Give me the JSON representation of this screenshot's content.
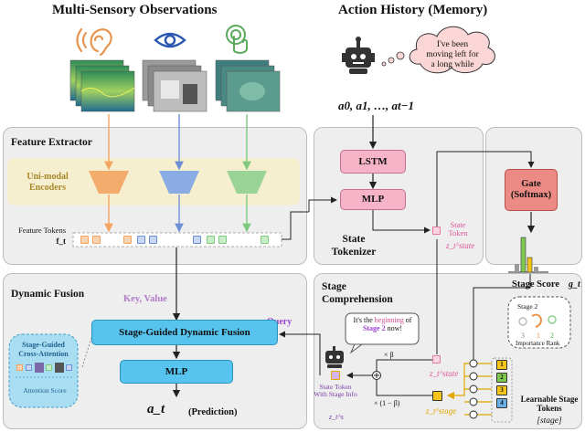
{
  "headings": {
    "observations": "Multi-Sensory Observations",
    "history": "Action History (Memory)"
  },
  "thought": "I've been moving left for a long while",
  "actions_seq": "a0, a1, …, at−1",
  "feature_extractor": {
    "title": "Feature Extractor",
    "encoders_label": "Uni-modal Encoders",
    "tokens_label": "Feature Tokens",
    "tokens_symbol": "f_t"
  },
  "state_tokenizer": {
    "title": "State Tokenizer",
    "lstm": "LSTM",
    "mlp": "MLP",
    "state_token": "State Token",
    "state_symbol": "z_t^state"
  },
  "gate": {
    "label": "Gate (Softmax)",
    "stage_score": "Stage Score",
    "stage_score_symbol": "g_t"
  },
  "dynamic_fusion": {
    "title": "Dynamic Fusion",
    "key_value": "Key, Value",
    "query": "Query",
    "sgdf": "Stage-Guided Dynamic Fusion",
    "mlp": "MLP",
    "prediction_symbol": "a_t",
    "prediction_label": "(Prediction)",
    "cross_attention": "Stage-Guided Cross-Attention",
    "attention_score": "Attention Score"
  },
  "stage_comprehension": {
    "title": "Stage Comprehension",
    "speech": "It's the beginning of Stage 2 now!",
    "speech_highlight_1": "beginning",
    "speech_highlight_2": "Stage 2",
    "stage_token_info": "State Token With Stage Info",
    "stage_token_info_symbol": "z_t^s",
    "beta": "× β",
    "one_minus_beta": "× (1 − β)",
    "z_state": "z_t^state",
    "z_stage": "z_t^stage",
    "stage_box_title": "Stage 2",
    "importance_rank": "Importance Rank",
    "ranks": [
      "3",
      "1",
      "2"
    ],
    "learnable_label": "Learnable Stage Tokens",
    "learnable_symbol": "[stage]",
    "stage_numbers": [
      "1",
      "2",
      "3",
      "4"
    ]
  },
  "colors": {
    "panel_bg": "#eeeeee",
    "encoder_bg": "#f6efcf",
    "audio": "#f4a460",
    "vision": "#6d8fd6",
    "tactile": "#7fc97f",
    "pink": "#f7b3c7",
    "blue": "#56c4ee",
    "gate": "#ec8a86",
    "stage_yellow": "#f5c518"
  },
  "icons": [
    "ear-icon",
    "eye-icon",
    "touch-icon",
    "robot-icon",
    "thought-cloud-icon"
  ]
}
